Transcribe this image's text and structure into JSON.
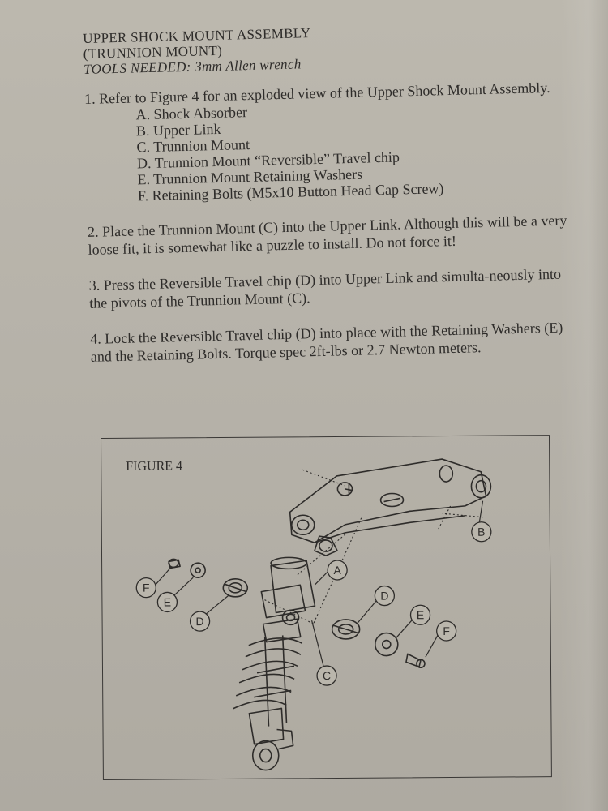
{
  "heading": {
    "title_line1": "UPPER SHOCK MOUNT ASSEMBLY",
    "title_line2": "(TRUNNION MOUNT)",
    "tools": "TOOLS NEEDED: 3mm Allen wrench"
  },
  "steps": [
    {
      "text": "1. Refer to Figure 4 for an exploded view of the Upper Shock Mount Assembly.",
      "items": [
        "A. Shock Absorber",
        "B. Upper Link",
        "C. Trunnion Mount",
        "D. Trunnion Mount “Reversible” Travel chip",
        "E. Trunnion Mount Retaining Washers",
        "F. Retaining Bolts (M5x10 Button Head Cap Screw)"
      ]
    },
    {
      "text": "2. Place the Trunnion Mount (C) into the Upper Link. Although this will be a very loose fit, it is somewhat like a puzzle to install. Do not force it!"
    },
    {
      "text": "3. Press the Reversible Travel chip (D) into Upper Link and simulta-neously into the pivots of the Trunnion Mount (C)."
    },
    {
      "text": "4. Lock the Reversible Travel chip (D) into place with the Retaining Washers (E) and the Retaining Bolts. Torque spec 2ft-lbs or 2.7 Newton meters."
    }
  ],
  "figure": {
    "label": "FIGURE 4",
    "callouts": {
      "a": "A",
      "b": "B",
      "c": "C",
      "d_left": "D",
      "d_right": "D",
      "e_left": "E",
      "e_right": "E",
      "f_left": "F",
      "f_right": "F"
    }
  }
}
